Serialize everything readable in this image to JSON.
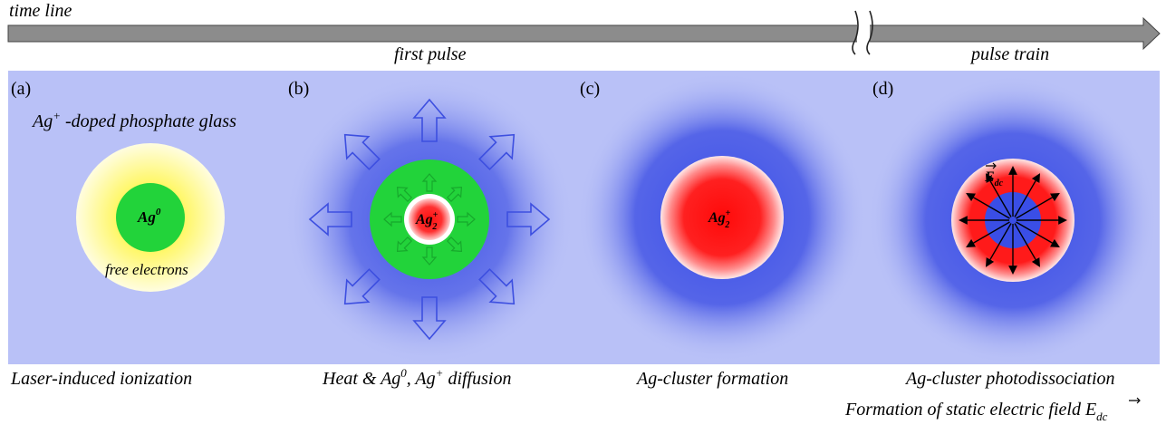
{
  "timeline": {
    "label": "time line",
    "first_pulse": "first pulse",
    "pulse_train": "pulse train"
  },
  "panels": [
    {
      "id": "a",
      "tag": "(a)",
      "title_main": "Ag",
      "title_sup": "+",
      "title_rest": " -doped phosphate glass",
      "core_main": "Ag",
      "core_sup": "0",
      "halo_label": "free electrons",
      "caption": "Laser-induced  ionization"
    },
    {
      "id": "b",
      "tag": "(b)",
      "core_main": "Ag",
      "core_sub": "2",
      "core_sup": "+",
      "caption_part1": "Heat & Ag",
      "caption_sup1": "0",
      "caption_part2": ", Ag",
      "caption_sup2": "+",
      "caption_part3": " diffusion"
    },
    {
      "id": "c",
      "tag": "(c)",
      "core_main": "Ag",
      "core_sub": "2",
      "core_sup": "+",
      "caption": "Ag-cluster formation"
    },
    {
      "id": "d",
      "tag": "(d)",
      "field_main": "E",
      "field_sub": "dc",
      "caption": "Ag-cluster  photodissociation",
      "caption2_text": "Formation of static electric field ",
      "caption2_main": "E",
      "caption2_sub": "dc"
    }
  ],
  "colors": {
    "glass": "#b9c1f7",
    "blue_glow": "#4a5ce8",
    "green": "#22d33a",
    "red": "#ff1a1a",
    "yellow": "#fff870",
    "arrow_gray": "#8a8a8a"
  }
}
